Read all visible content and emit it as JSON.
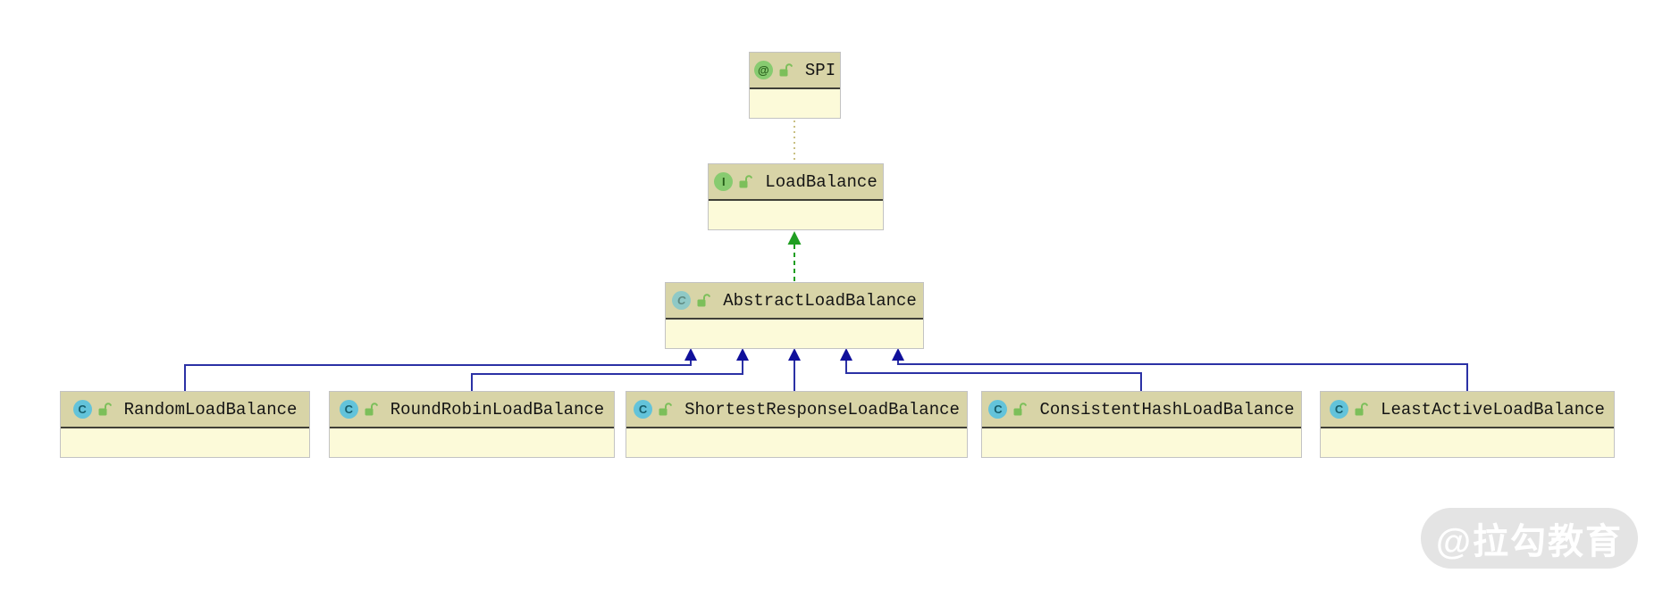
{
  "diagram": {
    "nodes": [
      {
        "name": "SPI",
        "badge": "@",
        "kind": "annotation"
      },
      {
        "name": "LoadBalance",
        "badge": "I",
        "kind": "interface"
      },
      {
        "name": "AbstractLoadBalance",
        "badge": "C",
        "kind": "abstract-class"
      },
      {
        "name": "RandomLoadBalance",
        "badge": "C",
        "kind": "class"
      },
      {
        "name": "RoundRobinLoadBalance",
        "badge": "C",
        "kind": "class"
      },
      {
        "name": "ShortestResponseLoadBalance",
        "badge": "C",
        "kind": "class"
      },
      {
        "name": "ConsistentHashLoadBalance",
        "badge": "C",
        "kind": "class"
      },
      {
        "name": "LeastActiveLoadBalance",
        "badge": "C",
        "kind": "class"
      }
    ],
    "relations": [
      {
        "from": "LoadBalance",
        "to": "SPI",
        "type": "annotated-by"
      },
      {
        "from": "AbstractLoadBalance",
        "to": "LoadBalance",
        "type": "implements"
      },
      {
        "from": "RandomLoadBalance",
        "to": "AbstractLoadBalance",
        "type": "extends"
      },
      {
        "from": "RoundRobinLoadBalance",
        "to": "AbstractLoadBalance",
        "type": "extends"
      },
      {
        "from": "ShortestResponseLoadBalance",
        "to": "AbstractLoadBalance",
        "type": "extends"
      },
      {
        "from": "ConsistentHashLoadBalance",
        "to": "AbstractLoadBalance",
        "type": "extends"
      },
      {
        "from": "LeastActiveLoadBalance",
        "to": "AbstractLoadBalance",
        "type": "extends"
      }
    ]
  },
  "watermark": {
    "text": "@拉勾教育"
  },
  "colors": {
    "node-header-bg": "#d8d4a7",
    "node-body-bg": "#fcfad9",
    "node-border": "#c3c3c3",
    "node-separator": "#3f3f37",
    "title-color": "#141414",
    "extends-line": "#2b31a5",
    "extends-arrow": "#10109b",
    "implements-line": "#1f9e21",
    "annotation-line": "#c9c083",
    "badge-green-bg": "#87cb70",
    "badge-green-fg": "#265e1a",
    "badge-blue-bg": "#63c3da",
    "badge-blue-fg": "#155d6b",
    "lock-color": "#7cbf5a",
    "watermark-bg": "#e4e4e4",
    "watermark-fg": "#ffffff"
  }
}
